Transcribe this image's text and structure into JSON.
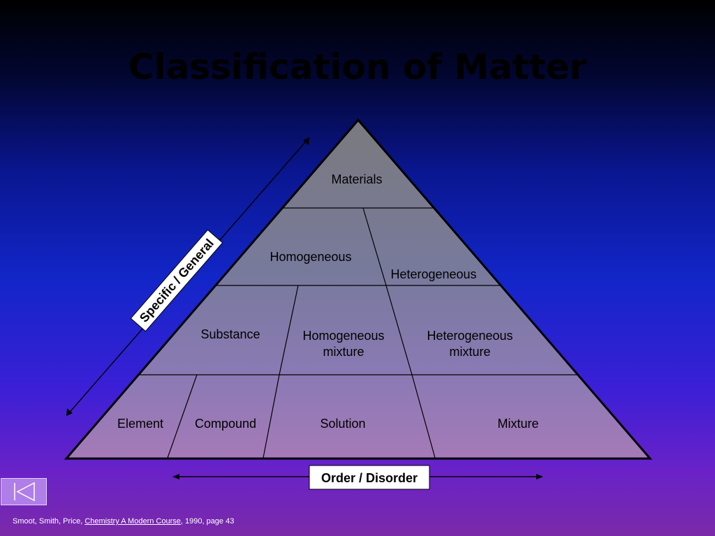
{
  "slide": {
    "title": "Classification of Matter"
  },
  "pyramid": {
    "levels": [
      [
        "Materials"
      ],
      [
        "Homogeneous",
        "Heterogeneous"
      ],
      [
        "Substance",
        "Homogeneous mixture",
        "Heterogeneous mixture"
      ],
      [
        "Element",
        "Compound",
        "Solution",
        "Mixture"
      ]
    ],
    "cells": {
      "materials": "Materials",
      "homogeneous": "Homogeneous",
      "heterogeneous": "Heterogeneous",
      "substance": "Substance",
      "homogeneous_mixture_line1": "Homogeneous",
      "homogeneous_mixture_line2": "mixture",
      "heterogeneous_mixture_line1": "Heterogeneous",
      "heterogeneous_mixture_line2": "mixture",
      "element": "Element",
      "compound": "Compound",
      "solution": "Solution",
      "mixture": "Mixture"
    }
  },
  "axes": {
    "vertical_label": "Specific / General",
    "horizontal_label": "Order / Disorder"
  },
  "citation": {
    "authors": "Smoot, Smith, Price, ",
    "book_title": "Chemistry A Modern Course",
    "details": ", 1990, page 43"
  },
  "navigation": {
    "home_icon": "first-slide-icon"
  },
  "colors": {
    "pyramid_top": "#7a7a7e",
    "pyramid_bottom": "#a57ab8",
    "box_fill": "#ffffff"
  }
}
